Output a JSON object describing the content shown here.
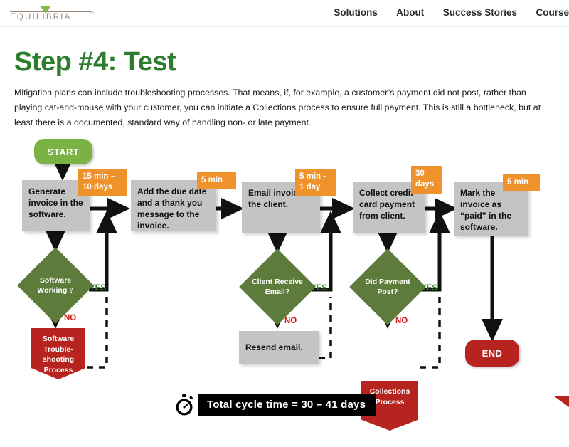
{
  "header": {
    "logo_text": "EQUILIBRIA",
    "logo_tm": "™",
    "nav": [
      {
        "label": "Solutions"
      },
      {
        "label": "About"
      },
      {
        "label": "Success Stories"
      },
      {
        "label": "Course"
      }
    ]
  },
  "content": {
    "title": "Step #4: Test",
    "paragraph": "Mitigation plans can include troubleshooting processes.  That means, if, for example, a customer’s payment did not post, rather than playing cat-and-mouse with your customer, you can initiate a Collections process to ensure full payment.  This is still a bottleneck, but at least there is a documented, standard way of handling non- or late payment."
  },
  "flowchart": {
    "start_label": "START",
    "end_label": "END",
    "processes": [
      {
        "id": "p1",
        "text": "Generate invoice in the software."
      },
      {
        "id": "p2",
        "text": "Add the due date and a thank you message to the invoice."
      },
      {
        "id": "p3",
        "text": "Email invoice to the client."
      },
      {
        "id": "p4",
        "text": "Collect credit card payment from client."
      },
      {
        "id": "p5",
        "text": "Mark the invoice as “paid” in the software."
      }
    ],
    "badges": [
      {
        "id": "b1",
        "text": "15 min – 10 days"
      },
      {
        "id": "b2",
        "text": "5 min"
      },
      {
        "id": "b3",
        "text": "5 min - 1 day"
      },
      {
        "id": "b4",
        "text": "30 days"
      },
      {
        "id": "b5",
        "text": "5 min"
      }
    ],
    "decisions": [
      {
        "id": "d1",
        "text": "Software Working ?"
      },
      {
        "id": "d2",
        "text": "Client Receive Email?"
      },
      {
        "id": "d3",
        "text": "Did Payment Post?"
      }
    ],
    "exceptions": [
      {
        "id": "e1",
        "text": "Software Trouble-shooting Process",
        "shape": "pentagon",
        "color": "#b7231f"
      },
      {
        "id": "e2",
        "text": "Resend email.",
        "shape": "rectangle",
        "color": "#c4c4c4"
      },
      {
        "id": "e3",
        "text": "Collections Process",
        "shape": "pentagon",
        "color": "#b7231f"
      }
    ],
    "yes_labels": [
      "YES",
      "YES",
      "YES"
    ],
    "no_labels": [
      "NO",
      "NO",
      "NO"
    ],
    "cycle_time": "Total cycle time = 30 – 41 days",
    "colors": {
      "start_green": "#7ab343",
      "decision_green": "#5d7c3c",
      "process_gray": "#c4c4c4",
      "badge_orange": "#f0922b",
      "exception_red": "#b7231f",
      "title_green": "#2e7d2e",
      "yes_green": "#3f7f2f",
      "no_red": "#d11a16"
    }
  }
}
